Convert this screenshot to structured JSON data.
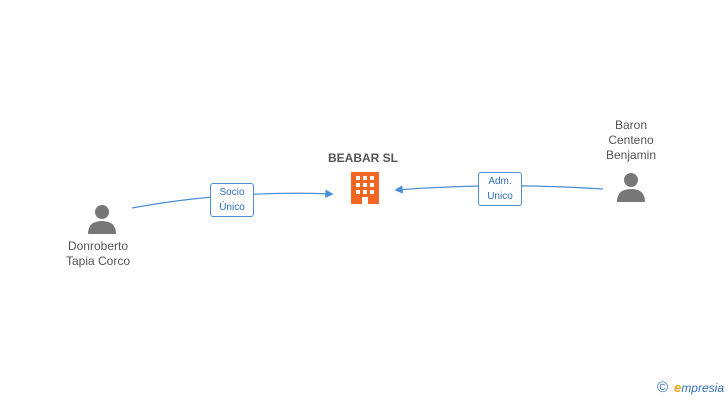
{
  "nodes": {
    "company": {
      "name": "BEABAR SL",
      "icon": "building-icon",
      "color": "#f26522"
    },
    "person_left": {
      "name": "Donroberto\nTapia Corco",
      "icon": "person-icon"
    },
    "person_right": {
      "name": "Baron\nCenteno\nBenjamin",
      "icon": "person-icon"
    }
  },
  "relations": {
    "left": "Socio\nÚnico",
    "right": "Adm.\nUnico"
  },
  "colors": {
    "edge": "#4a8fd6",
    "person": "#777777"
  },
  "brand": {
    "copyright": "©",
    "initial": "e",
    "rest": "mpresia"
  }
}
